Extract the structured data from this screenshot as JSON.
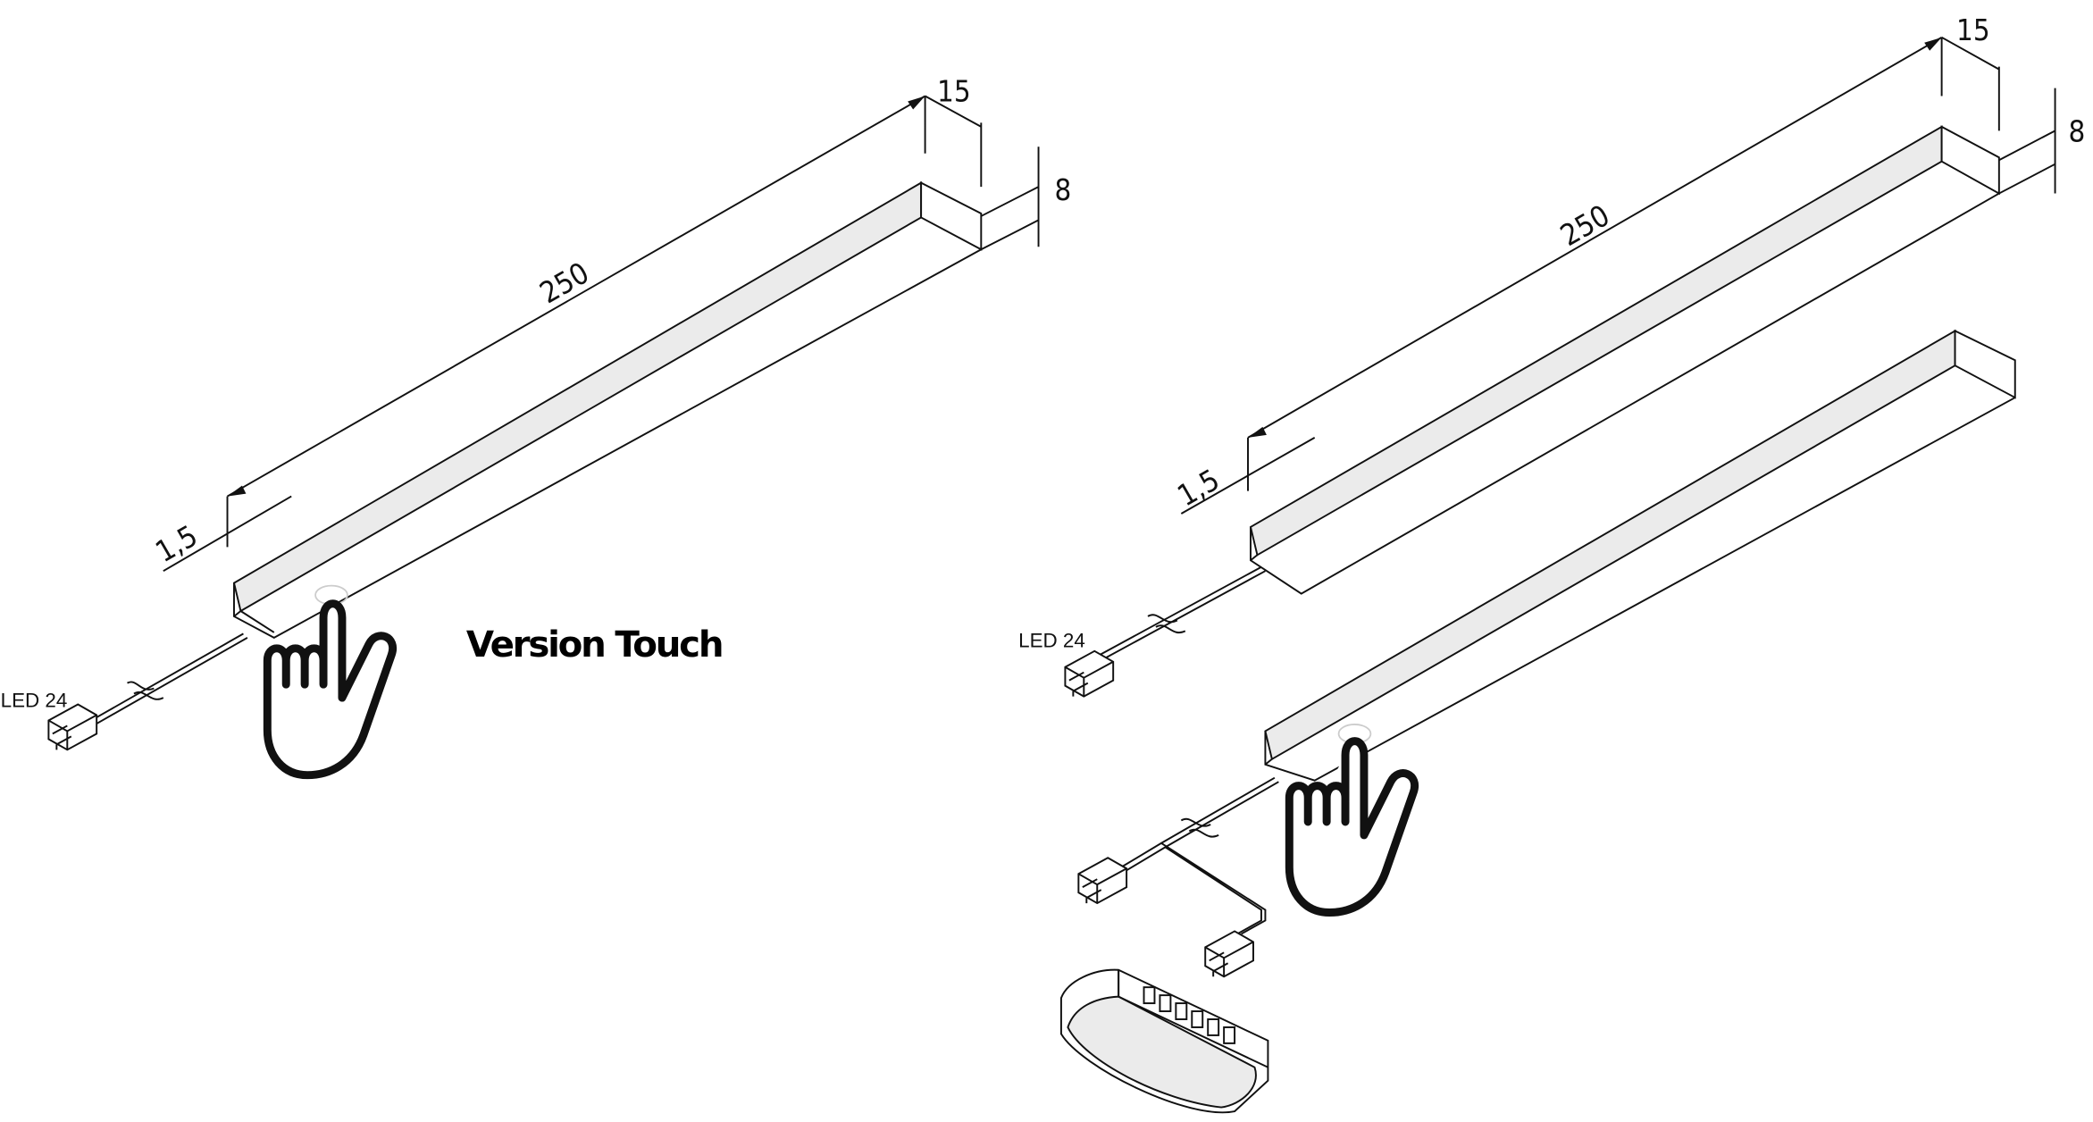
{
  "title": "Version Touch",
  "left_drawing": {
    "length_label": "250",
    "width_label": "15",
    "height_label": "8",
    "offset_label": "1,5",
    "connector_label": "LED 24"
  },
  "right_drawing": {
    "length_label": "250",
    "width_label": "15",
    "height_label": "8",
    "offset_label": "1,5",
    "connector_label": "LED 24"
  },
  "colors": {
    "line": "#111111",
    "face": "#ebebeb"
  }
}
